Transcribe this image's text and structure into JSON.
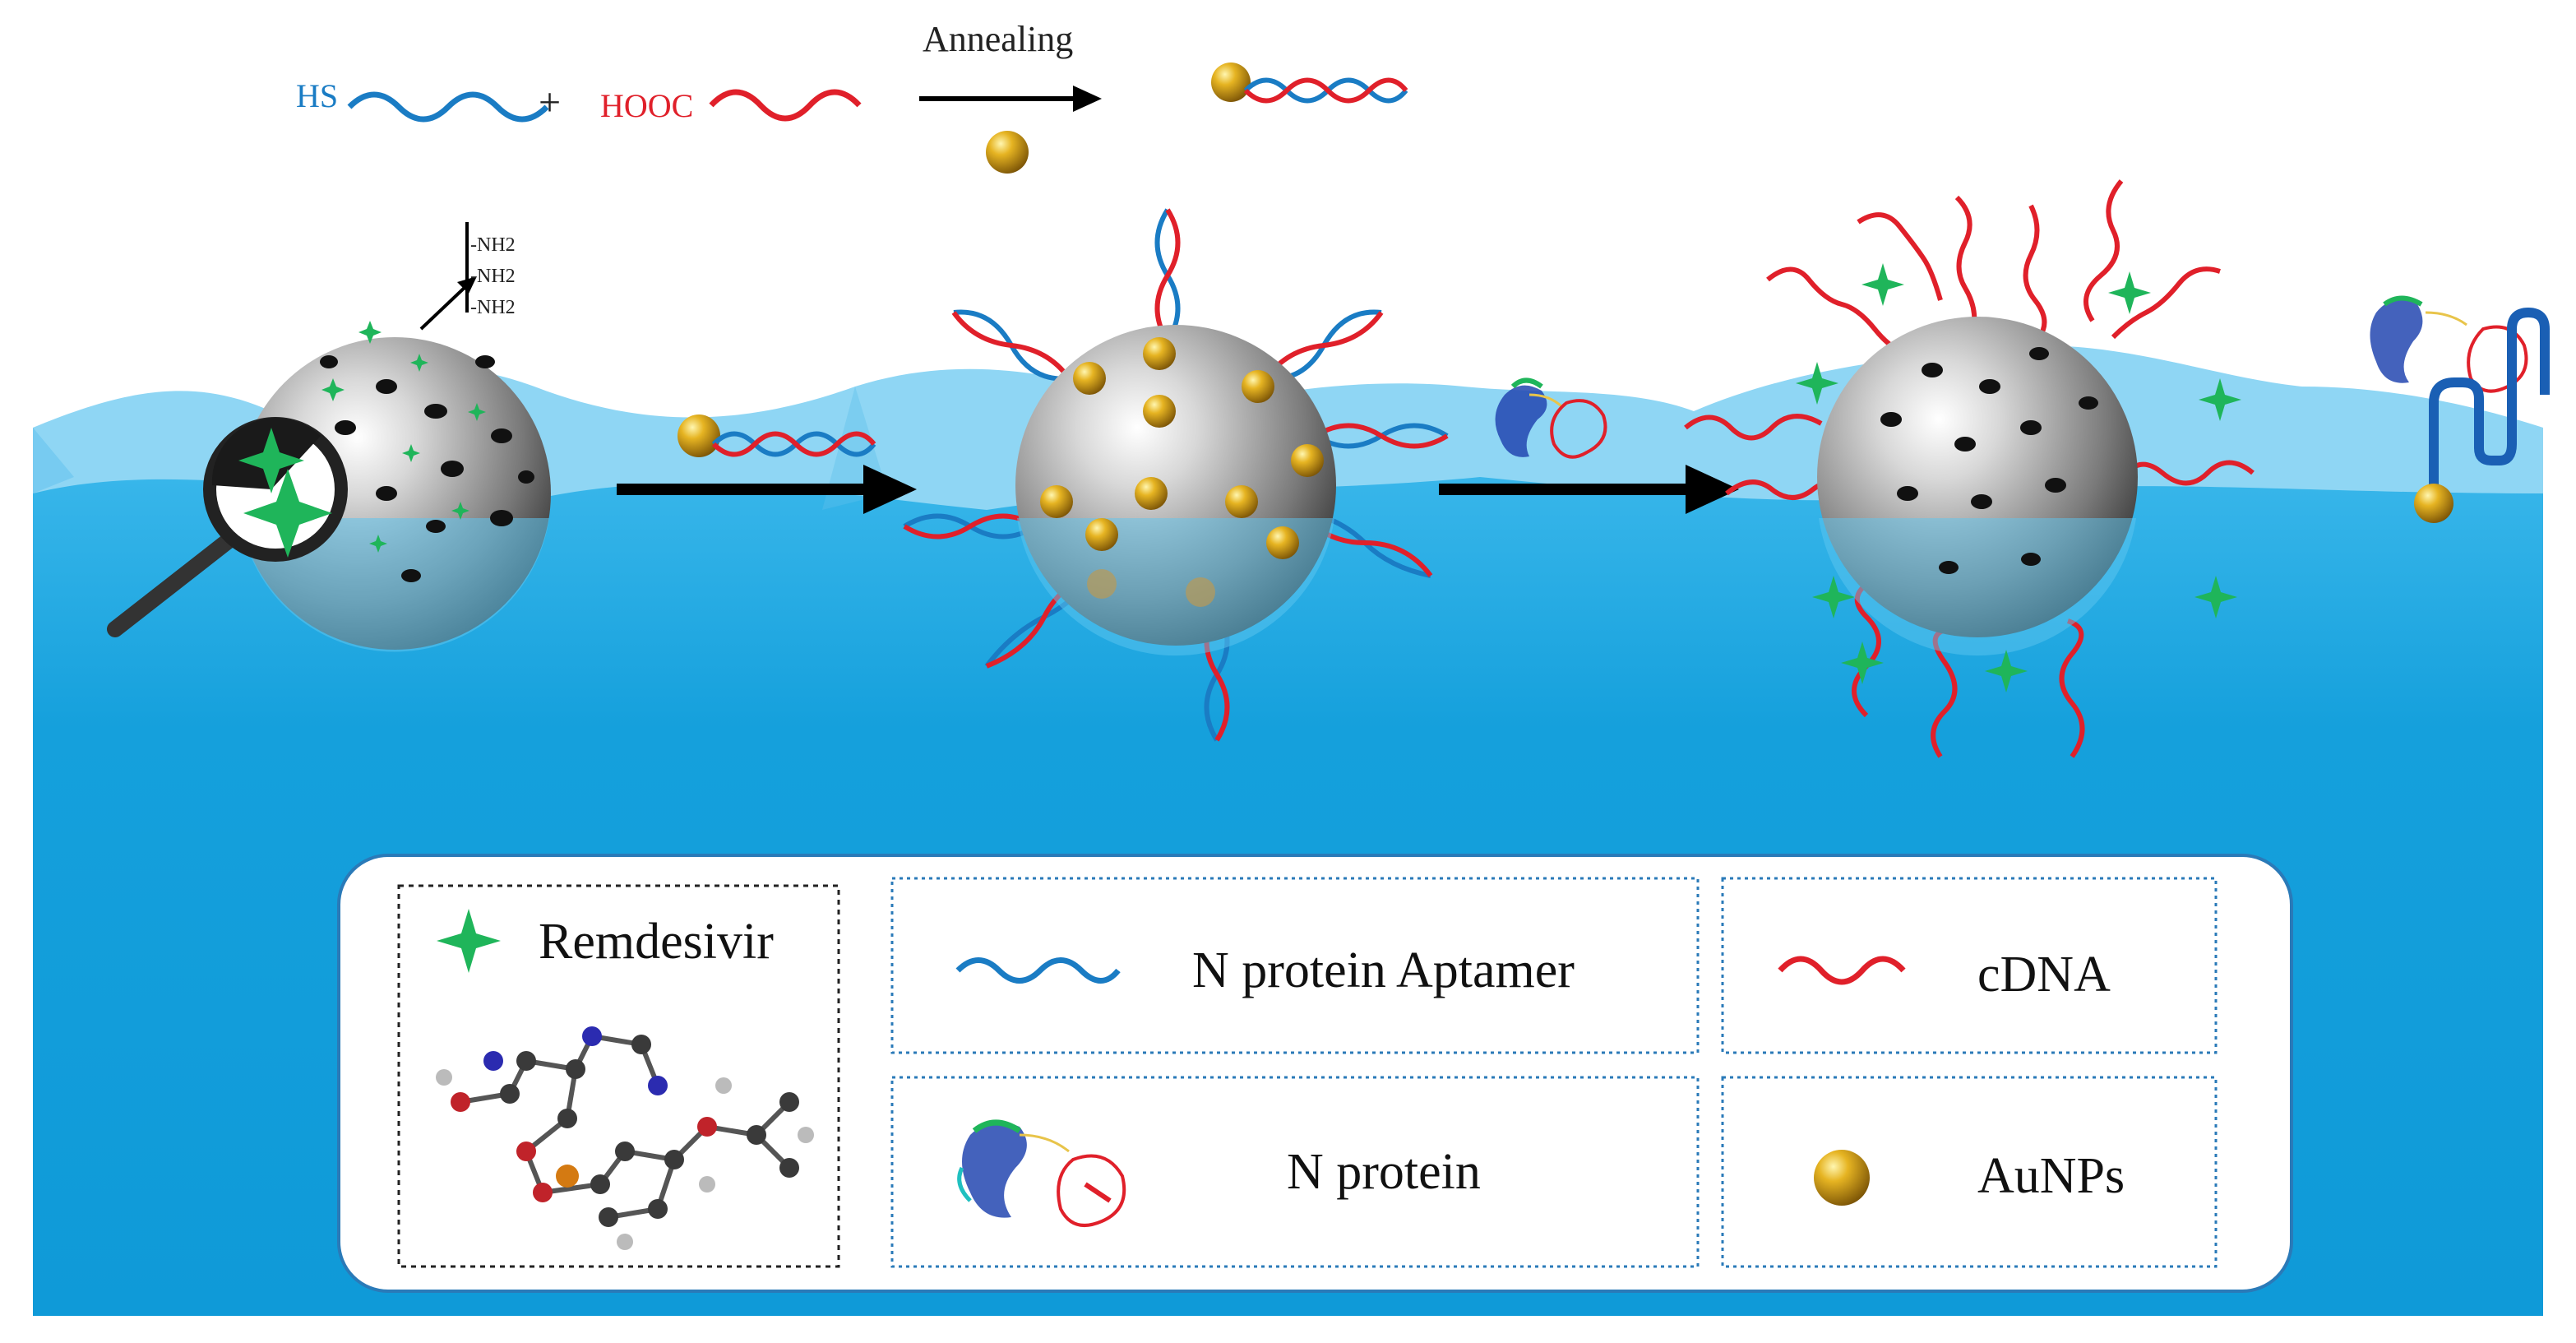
{
  "top_equation": {
    "left_prefix": "HS",
    "plus": "+",
    "right_prefix": "HOOC",
    "arrow_label": "Annealing"
  },
  "amine_labels": [
    "-NH2",
    "-NH2",
    "-NH2"
  ],
  "legend": {
    "remdesivir": "Remdesivir",
    "aptamer": "N protein Aptamer",
    "cdna": "cDNA",
    "n_protein": "N protein",
    "aunps": "AuNPs"
  },
  "colors": {
    "water": "#17a4e0",
    "water_light": "#7fd0f2",
    "aptamer_blue": "#1a7cc4",
    "cdna_red": "#e0202a",
    "drug_green": "#1fb55a",
    "gold": "#d9a319",
    "sphere_gray": "#8a8a8a"
  }
}
